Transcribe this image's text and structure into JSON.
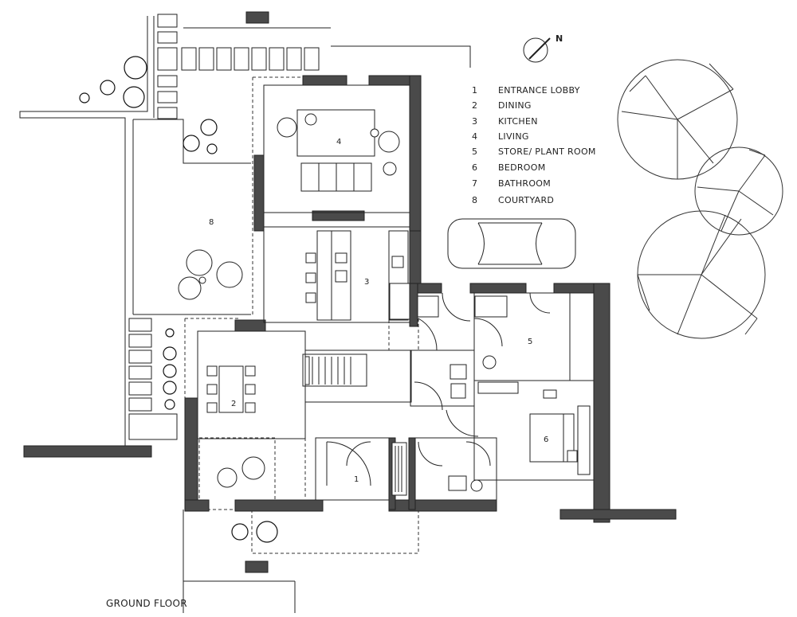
{
  "drawing_title": "GROUND FLOOR",
  "north_label": "N",
  "legend": [
    {
      "number": "1",
      "name": "ENTRANCE LOBBY"
    },
    {
      "number": "2",
      "name": "DINING"
    },
    {
      "number": "3",
      "name": "KITCHEN"
    },
    {
      "number": "4",
      "name": "LIVING"
    },
    {
      "number": "5",
      "name": "STORE/ PLANT ROOM"
    },
    {
      "number": "6",
      "name": "BEDROOM"
    },
    {
      "number": "7",
      "name": "BATHROOM"
    },
    {
      "number": "8",
      "name": "COURTYARD"
    }
  ],
  "room_numbers": {
    "entrance": "1",
    "dining": "2",
    "kitchen": "3",
    "living": "4",
    "store": "5",
    "bedroom": "6",
    "courtyard": "8"
  },
  "colors": {
    "wall_fill": "#4a4a4a",
    "line": "#222222",
    "background": "#ffffff"
  }
}
